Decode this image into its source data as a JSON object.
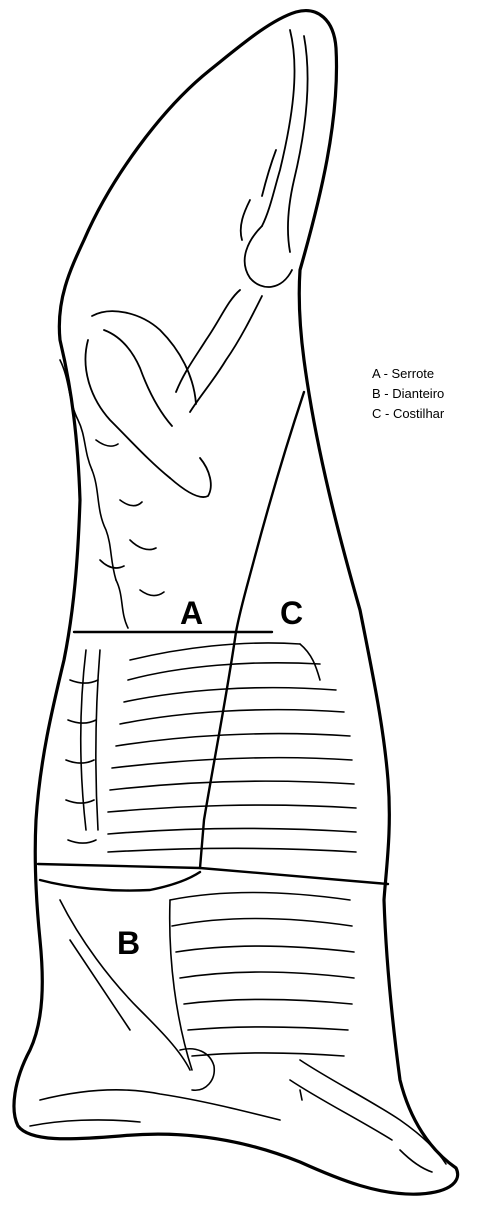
{
  "regions": [
    {
      "id": "A",
      "label": "A"
    },
    {
      "id": "B",
      "label": "B"
    },
    {
      "id": "C",
      "label": "C"
    }
  ],
  "legend": [
    {
      "key": "A",
      "text": "A - Serrote"
    },
    {
      "key": "B",
      "text": "B - Dianteiro"
    },
    {
      "key": "C",
      "text": "C - Costilhar"
    }
  ],
  "colors": {
    "ink": "#000000",
    "background": "#ffffff"
  }
}
